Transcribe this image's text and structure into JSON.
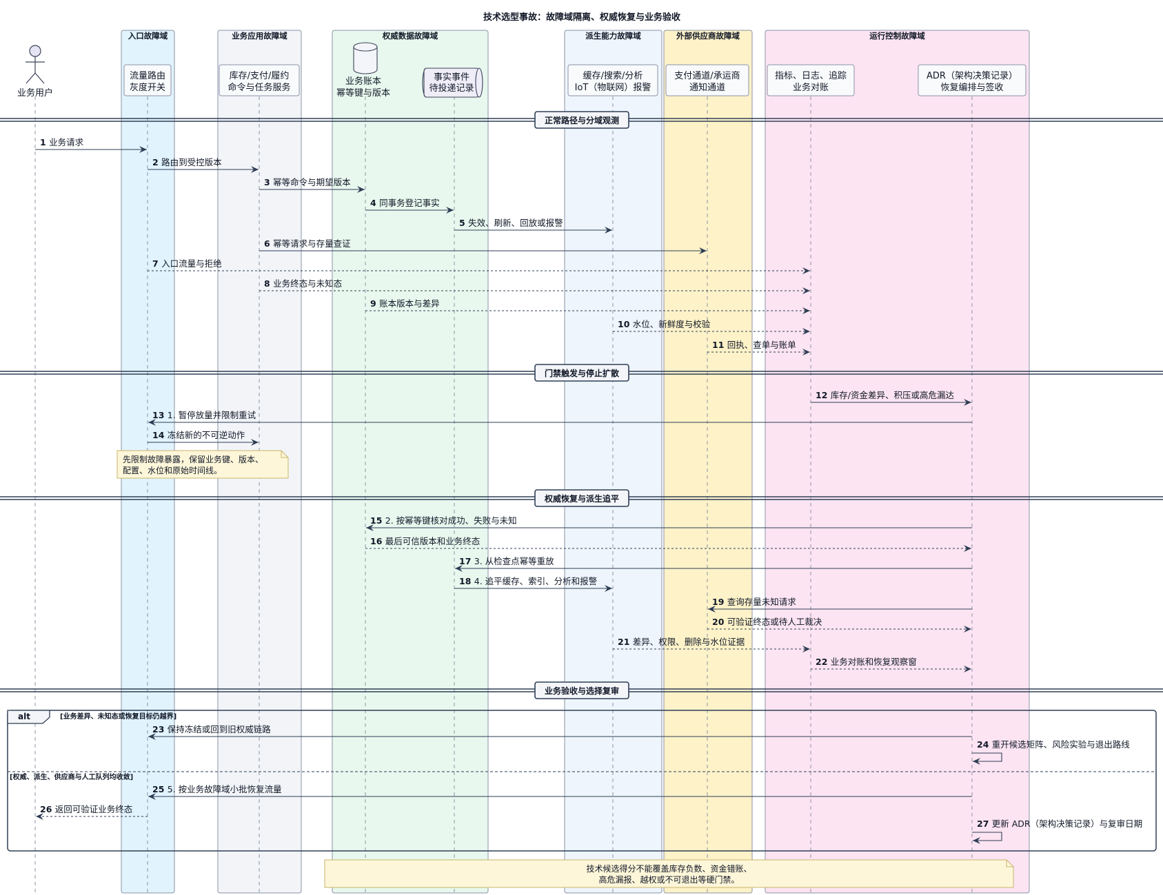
{
  "title": "技术选型事故：故障域隔离、权威恢复与业务验收",
  "colors": {
    "ingress": "#e1f3fd",
    "app": "#f2f4f8",
    "data": "#e8f8ee",
    "derived": "#eef5fc",
    "vendor": "#fdf2c8",
    "ops": "#fce4f2",
    "note": "#fdf6d9",
    "line": "#2f3e55"
  },
  "domains": [
    {
      "id": "ingress",
      "label": "入口故障域"
    },
    {
      "id": "app",
      "label": "业务应用故障域"
    },
    {
      "id": "data",
      "label": "权威数据故障域"
    },
    {
      "id": "derived",
      "label": "派生能力故障域"
    },
    {
      "id": "vendor",
      "label": "外部供应商故障域"
    },
    {
      "id": "ops",
      "label": "运行控制故障域"
    }
  ],
  "participants": [
    {
      "id": "user",
      "kind": "actor",
      "lines": [
        "业务用户"
      ]
    },
    {
      "id": "gw",
      "kind": "box",
      "lines": [
        "流量路由",
        "灰度开关"
      ]
    },
    {
      "id": "svc",
      "kind": "box",
      "lines": [
        "库存/支付/履约",
        "命令与任务服务"
      ]
    },
    {
      "id": "db",
      "kind": "database",
      "lines": [
        "业务账本",
        "幂等键与版本"
      ]
    },
    {
      "id": "q",
      "kind": "queue",
      "lines": [
        "事实事件",
        "待投递记录"
      ]
    },
    {
      "id": "der",
      "kind": "box",
      "lines": [
        "缓存/搜索/分析",
        "IoT（物联网）报警"
      ]
    },
    {
      "id": "pay",
      "kind": "box",
      "lines": [
        "支付通道/承运商",
        "通知通道"
      ]
    },
    {
      "id": "obs",
      "kind": "box",
      "lines": [
        "指标、日志、追踪",
        "业务对账"
      ]
    },
    {
      "id": "adr",
      "kind": "box",
      "lines": [
        "ADR（架构决策记录）",
        "恢复编排与签收"
      ]
    }
  ],
  "dividers": [
    {
      "label": "正常路径与分域观测"
    },
    {
      "label": "门禁触发与停止扩散"
    },
    {
      "label": "权威恢复与派生追平"
    },
    {
      "label": "业务验收与选择复审"
    }
  ],
  "messages": [
    {
      "n": "1",
      "text": "业务请求",
      "from": "user",
      "to": "gw",
      "style": "solid"
    },
    {
      "n": "2",
      "text": "路由到受控版本",
      "from": "gw",
      "to": "svc",
      "style": "solid"
    },
    {
      "n": "3",
      "text": "幂等命令与期望版本",
      "from": "svc",
      "to": "db",
      "style": "solid"
    },
    {
      "n": "4",
      "text": "同事务登记事实",
      "from": "db",
      "to": "q",
      "style": "solid"
    },
    {
      "n": "5",
      "text": "失效、刷新、回放或报警",
      "from": "q",
      "to": "der",
      "style": "solid"
    },
    {
      "n": "6",
      "text": "幂等请求与存量查证",
      "from": "svc",
      "to": "pay",
      "style": "solid"
    },
    {
      "n": "7",
      "text": "入口流量与拒绝",
      "from": "gw",
      "to": "obs",
      "style": "dashed"
    },
    {
      "n": "8",
      "text": "业务终态与未知态",
      "from": "svc",
      "to": "obs",
      "style": "dashed"
    },
    {
      "n": "9",
      "text": "账本版本与差异",
      "from": "db",
      "to": "obs",
      "style": "dashed"
    },
    {
      "n": "10",
      "text": "水位、新鲜度与校验",
      "from": "der",
      "to": "obs",
      "style": "dashed"
    },
    {
      "n": "11",
      "text": "回执、查单与账单",
      "from": "pay",
      "to": "obs",
      "style": "dashed"
    },
    {
      "n": "12",
      "text": "库存/资金差异、积压或高危漏达",
      "from": "obs",
      "to": "adr",
      "style": "solid"
    },
    {
      "n": "13",
      "text": "1. 暂停放量并限制重试",
      "from": "adr",
      "to": "gw",
      "style": "solid"
    },
    {
      "n": "14",
      "text": "冻结新的不可逆动作",
      "from": "gw",
      "to": "svc",
      "style": "solid"
    },
    {
      "n": "15",
      "text": "2. 按幂等键核对成功、失败与未知",
      "from": "adr",
      "to": "db",
      "style": "solid"
    },
    {
      "n": "16",
      "text": "最后可信版本和业务终态",
      "from": "db",
      "to": "adr",
      "style": "dashed"
    },
    {
      "n": "17",
      "text": "3. 从检查点幂等重放",
      "from": "adr",
      "to": "q",
      "style": "solid"
    },
    {
      "n": "18",
      "text": "4. 追平缓存、索引、分析和报警",
      "from": "q",
      "to": "der",
      "style": "solid"
    },
    {
      "n": "19",
      "text": "查询存量未知请求",
      "from": "adr",
      "to": "pay",
      "style": "solid"
    },
    {
      "n": "20",
      "text": "可验证终态或待人工裁决",
      "from": "pay",
      "to": "adr",
      "style": "dashed"
    },
    {
      "n": "21",
      "text": "差异、权限、删除与水位证据",
      "from": "der",
      "to": "obs",
      "style": "dashed"
    },
    {
      "n": "22",
      "text": "业务对账和恢复观察窗",
      "from": "obs",
      "to": "adr",
      "style": "dashed"
    },
    {
      "n": "23",
      "text": "保持冻结或回到旧权威链路",
      "from": "adr",
      "to": "gw",
      "style": "solid"
    },
    {
      "n": "24",
      "text": "重开候选矩阵、风险实验与退出路线",
      "from": "adr",
      "to": "adr",
      "style": "self"
    },
    {
      "n": "25",
      "text": "5. 按业务故障域小批恢复流量",
      "from": "adr",
      "to": "gw",
      "style": "solid"
    },
    {
      "n": "26",
      "text": "返回可验证业务终态",
      "from": "gw",
      "to": "user",
      "style": "dashed"
    },
    {
      "n": "27",
      "text": "更新 ADR（架构决策记录）与复审日期",
      "from": "adr",
      "to": "adr",
      "style": "self"
    }
  ],
  "notes": [
    {
      "lines": [
        "先限制故障暴露，保留业务键、版本、",
        "配置、水位和原始时间线。"
      ]
    },
    {
      "lines": [
        "技术候选得分不能覆盖库存负数、资金错账、",
        "高危漏报、越权或不可退出等硬门禁。"
      ]
    }
  ],
  "alt": {
    "keyword": "alt",
    "guard1": "[业务差异、未知态或恢复目标仍越界]",
    "guard2": "[权威、派生、供应商与人工队列均收敛]"
  }
}
